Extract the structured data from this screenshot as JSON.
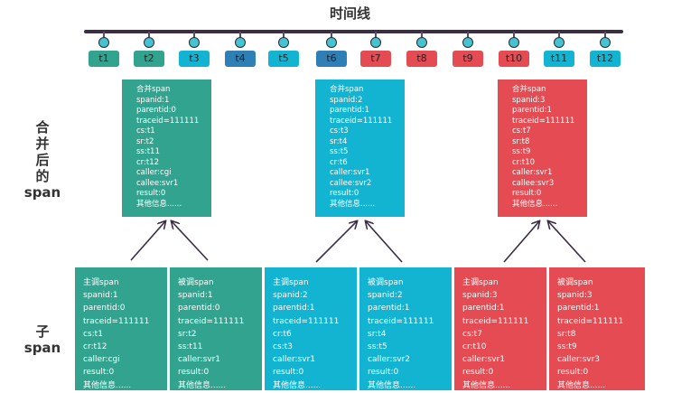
{
  "title": "时间线",
  "ticks": [
    {
      "label": "t1",
      "color": "#31a38f"
    },
    {
      "label": "t2",
      "color": "#31a38f"
    },
    {
      "label": "t3",
      "color": "#13b3d2"
    },
    {
      "label": "t4",
      "color": "#2e7fb6"
    },
    {
      "label": "t5",
      "color": "#13b3d2"
    },
    {
      "label": "t6",
      "color": "#2e7fb6"
    },
    {
      "label": "t7",
      "color": "#e54b52"
    },
    {
      "label": "t8",
      "color": "#e54b52"
    },
    {
      "label": "t9",
      "color": "#e54b52"
    },
    {
      "label": "t10",
      "color": "#e54b52"
    },
    {
      "label": "t11",
      "color": "#13b3d2"
    },
    {
      "label": "t12",
      "color": "#13b3d2"
    }
  ],
  "row_labels": {
    "merged": [
      "合",
      "并",
      "后",
      "的",
      "span"
    ],
    "child": [
      "子",
      "span"
    ]
  },
  "merged_spans": [
    {
      "color": "#31a38f",
      "lines": [
        "合并span",
        "spanid:1",
        "parentid:0",
        "traceid=111111",
        "cs:t1",
        "sr:t2",
        "ss:t11",
        "cr:t12",
        "caller:cgi",
        "callee:svr1",
        "result:0",
        "其他信息......"
      ]
    },
    {
      "color": "#13b3d2",
      "lines": [
        "合并span",
        "spanid:2",
        "parentid:1",
        "traceid=111111",
        "cs:t3",
        "sr:t4",
        "ss:t5",
        "cr:t6",
        "caller:svr1",
        "callee:svr2",
        "result:0",
        "其他信息......"
      ]
    },
    {
      "color": "#e54b52",
      "lines": [
        "合并span",
        "spanid:3",
        "parentid:1",
        "traceid=111111",
        "cs:t7",
        "sr:t8",
        "ss:t9",
        "cr:t10",
        "caller:svr1",
        "callee:svr3",
        "result:0",
        "其他信息......"
      ]
    }
  ],
  "child_spans": [
    {
      "color": "#31a38f",
      "lines": [
        "主调span",
        "spanid:1",
        "parentid:0",
        "traceid=111111",
        "cs:t1",
        "cr:t12",
        "caller:cgi",
        "result:0",
        "其他信息......"
      ]
    },
    {
      "color": "#31a38f",
      "lines": [
        "被调span",
        "spanid:1",
        "parentid:0",
        "traceid=111111",
        " sr:t2",
        "ss:t11",
        "caller:svr1",
        "result:0",
        "其他信息......"
      ]
    },
    {
      "color": "#13b3d2",
      "lines": [
        "主调span",
        "spanid:2",
        "parentid:1",
        "traceid=111111",
        "cr:t6",
        "cs:t3",
        "caller:svr1",
        "result:0",
        "其他信息......"
      ]
    },
    {
      "color": "#13b3d2",
      "lines": [
        "被调span",
        "spanid:2",
        "parentid:1",
        "traceid=111111",
        "sr:t4",
        "ss:t5",
        "caller:svr2",
        "result:0",
        "其他信息......"
      ]
    },
    {
      "color": "#e54b52",
      "lines": [
        "主调span",
        "spanid:3",
        "parentid:1",
        "traceid=111111",
        "cs:t7",
        "cr:t10",
        "caller:svr1",
        "result:0",
        "其他信息......"
      ]
    },
    {
      "color": "#e54b52",
      "lines": [
        "被调span",
        "spanid:3",
        "parentid:1",
        "traceid=111111",
        "sr:t8",
        "ss:t9",
        "caller:svr3",
        "result:0",
        "其他信息......"
      ]
    }
  ]
}
